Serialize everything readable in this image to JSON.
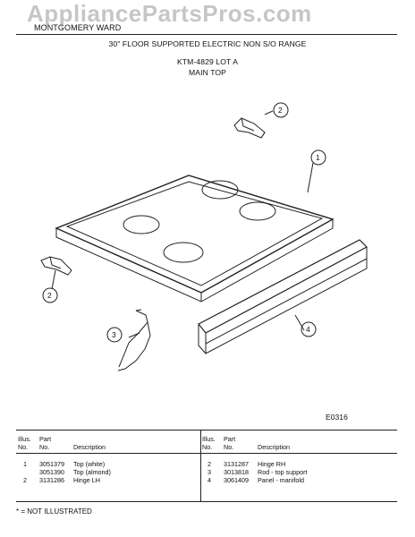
{
  "header": {
    "brand": "MONTGOMERY WARD",
    "watermark": "AppliancePartsPros.com",
    "title": "30\" FLOOR SUPPORTED ELECTRIC NON S/O RANGE",
    "model": "KTM-4829 LOT A",
    "section": "MAIN TOP"
  },
  "diagram": {
    "callouts": [
      "1",
      "2",
      "2",
      "3",
      "4"
    ],
    "figure_code": "E0316"
  },
  "table": {
    "headers": {
      "illus_l1": "Illus.",
      "illus_l2": "No.",
      "part_l1": "Part",
      "part_l2": "No.",
      "description": "Description"
    },
    "left": [
      {
        "illus": "1",
        "part": "3051379",
        "desc": "Top (white)"
      },
      {
        "illus": "",
        "part": "3051390",
        "desc": "Top (almond)"
      },
      {
        "illus": "2",
        "part": "3131286",
        "desc": "Hinge LH"
      }
    ],
    "right": [
      {
        "illus": "2",
        "part": "3131287",
        "desc": "Hinge RH"
      },
      {
        "illus": "3",
        "part": "3013818",
        "desc": "Rod - top support"
      },
      {
        "illus": "4",
        "part": "3061409",
        "desc": "Panel - manifold"
      }
    ]
  },
  "footnote": "* = NOT ILLUSTRATED"
}
